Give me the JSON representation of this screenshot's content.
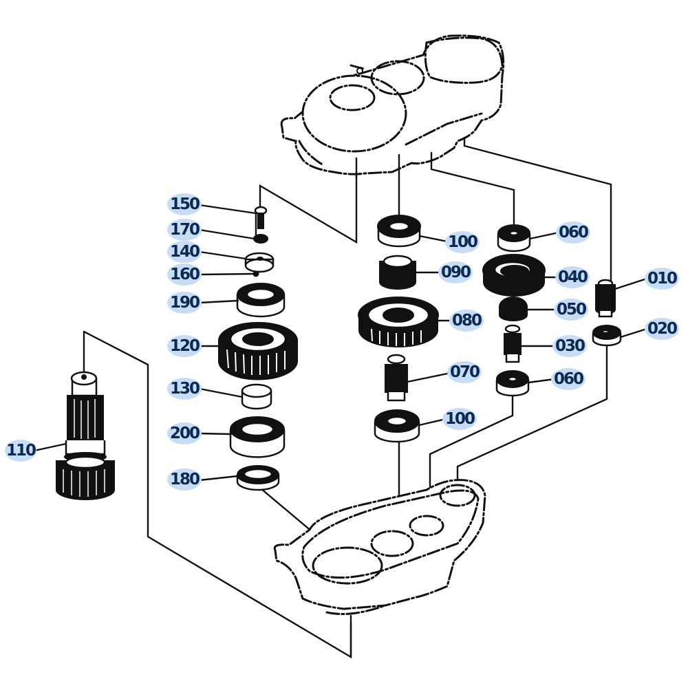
{
  "diagram": {
    "title": "Exploded view: gear case assembly",
    "colors": {
      "label_text": "#0b2a52",
      "label_highlight": "#c8ddf5",
      "line_art": "#111111",
      "background": "#ffffff"
    },
    "assemblies": {
      "upper_housing": "gear-case-upper-housing",
      "lower_cover": "gear-case-lower-cover",
      "left_stack": "idler-shaft-stack",
      "center_stack": "counter-gear-stack",
      "right_stack": "drive-gear-stack",
      "far_right_stack": "pin-stack",
      "output_shaft": "output-shaft"
    },
    "callouts": [
      {
        "id": "150",
        "label": "150",
        "part": "bolt"
      },
      {
        "id": "170",
        "label": "170",
        "part": "spring-washer"
      },
      {
        "id": "140",
        "label": "140",
        "part": "washer-plate"
      },
      {
        "id": "160",
        "label": "160",
        "part": "pin"
      },
      {
        "id": "190",
        "label": "190",
        "part": "ball-bearing"
      },
      {
        "id": "120",
        "label": "120",
        "part": "gear"
      },
      {
        "id": "130",
        "label": "130",
        "part": "collar"
      },
      {
        "id": "200",
        "label": "200",
        "part": "ball-bearing"
      },
      {
        "id": "180",
        "label": "180",
        "part": "oil-seal"
      },
      {
        "id": "110",
        "label": "110",
        "part": "output-shaft"
      },
      {
        "id": "100a",
        "label": "100",
        "part": "ball-bearing"
      },
      {
        "id": "090",
        "label": "090",
        "part": "collar"
      },
      {
        "id": "080",
        "label": "080",
        "part": "gear"
      },
      {
        "id": "070",
        "label": "070",
        "part": "shaft"
      },
      {
        "id": "100b",
        "label": "100",
        "part": "ball-bearing"
      },
      {
        "id": "060a",
        "label": "060",
        "part": "ball-bearing"
      },
      {
        "id": "040",
        "label": "040",
        "part": "gear"
      },
      {
        "id": "050",
        "label": "050",
        "part": "gear"
      },
      {
        "id": "030",
        "label": "030",
        "part": "shaft"
      },
      {
        "id": "060b",
        "label": "060",
        "part": "ball-bearing"
      },
      {
        "id": "010",
        "label": "010",
        "part": "pin"
      },
      {
        "id": "020",
        "label": "020",
        "part": "bearing"
      }
    ]
  }
}
